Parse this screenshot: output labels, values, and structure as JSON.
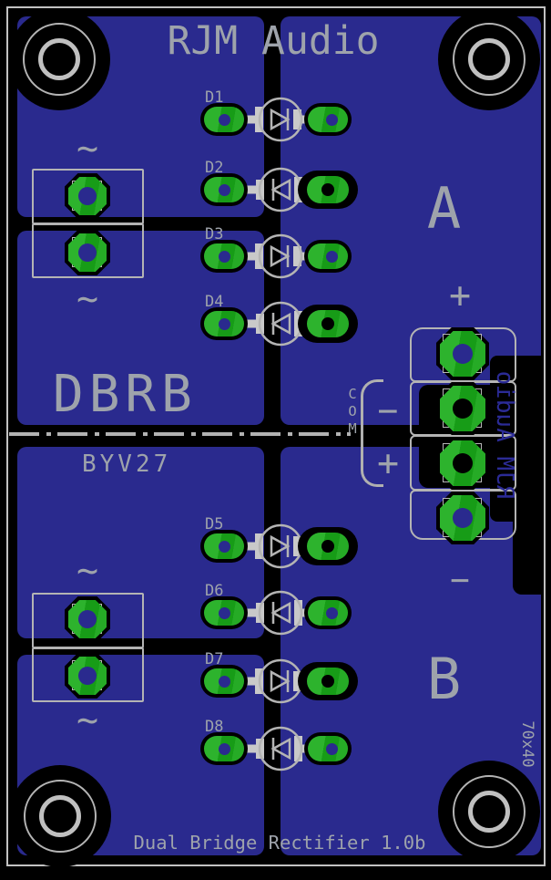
{
  "board": {
    "title": "RJM Audio",
    "design_name": "DBRB",
    "diode_part_number": "BYV27",
    "bottom_label": "Dual Bridge Rectifier 1.0b",
    "size_label": "70x40",
    "mirrored_back_label": "RJM Audio"
  },
  "sections": {
    "a_label": "A",
    "b_label": "B"
  },
  "io_labels": {
    "ac_symbol": "~",
    "com": "COM",
    "output_plus_top": "+",
    "output_minus_mid": "−",
    "output_plus_mid": "+",
    "output_minus_bottom": "−"
  },
  "diodes": [
    {
      "label": "D1",
      "direction": "right",
      "cathode_pad_isolated": false
    },
    {
      "label": "D2",
      "direction": "left",
      "cathode_pad_isolated": true
    },
    {
      "label": "D3",
      "direction": "right",
      "cathode_pad_isolated": false
    },
    {
      "label": "D4",
      "direction": "left",
      "cathode_pad_isolated": true
    },
    {
      "label": "D5",
      "direction": "right",
      "cathode_pad_isolated": true
    },
    {
      "label": "D6",
      "direction": "left",
      "cathode_pad_isolated": false
    },
    {
      "label": "D7",
      "direction": "right",
      "cathode_pad_isolated": true
    },
    {
      "label": "D8",
      "direction": "left",
      "cathode_pad_isolated": false
    }
  ],
  "colors": {
    "background": "#000000",
    "copper_pour_blue": "#2a2a8e",
    "pad_green": "#1aa31a",
    "silkscreen_gray": "#b4b4b4",
    "text_gray": "#9ea3ab"
  }
}
